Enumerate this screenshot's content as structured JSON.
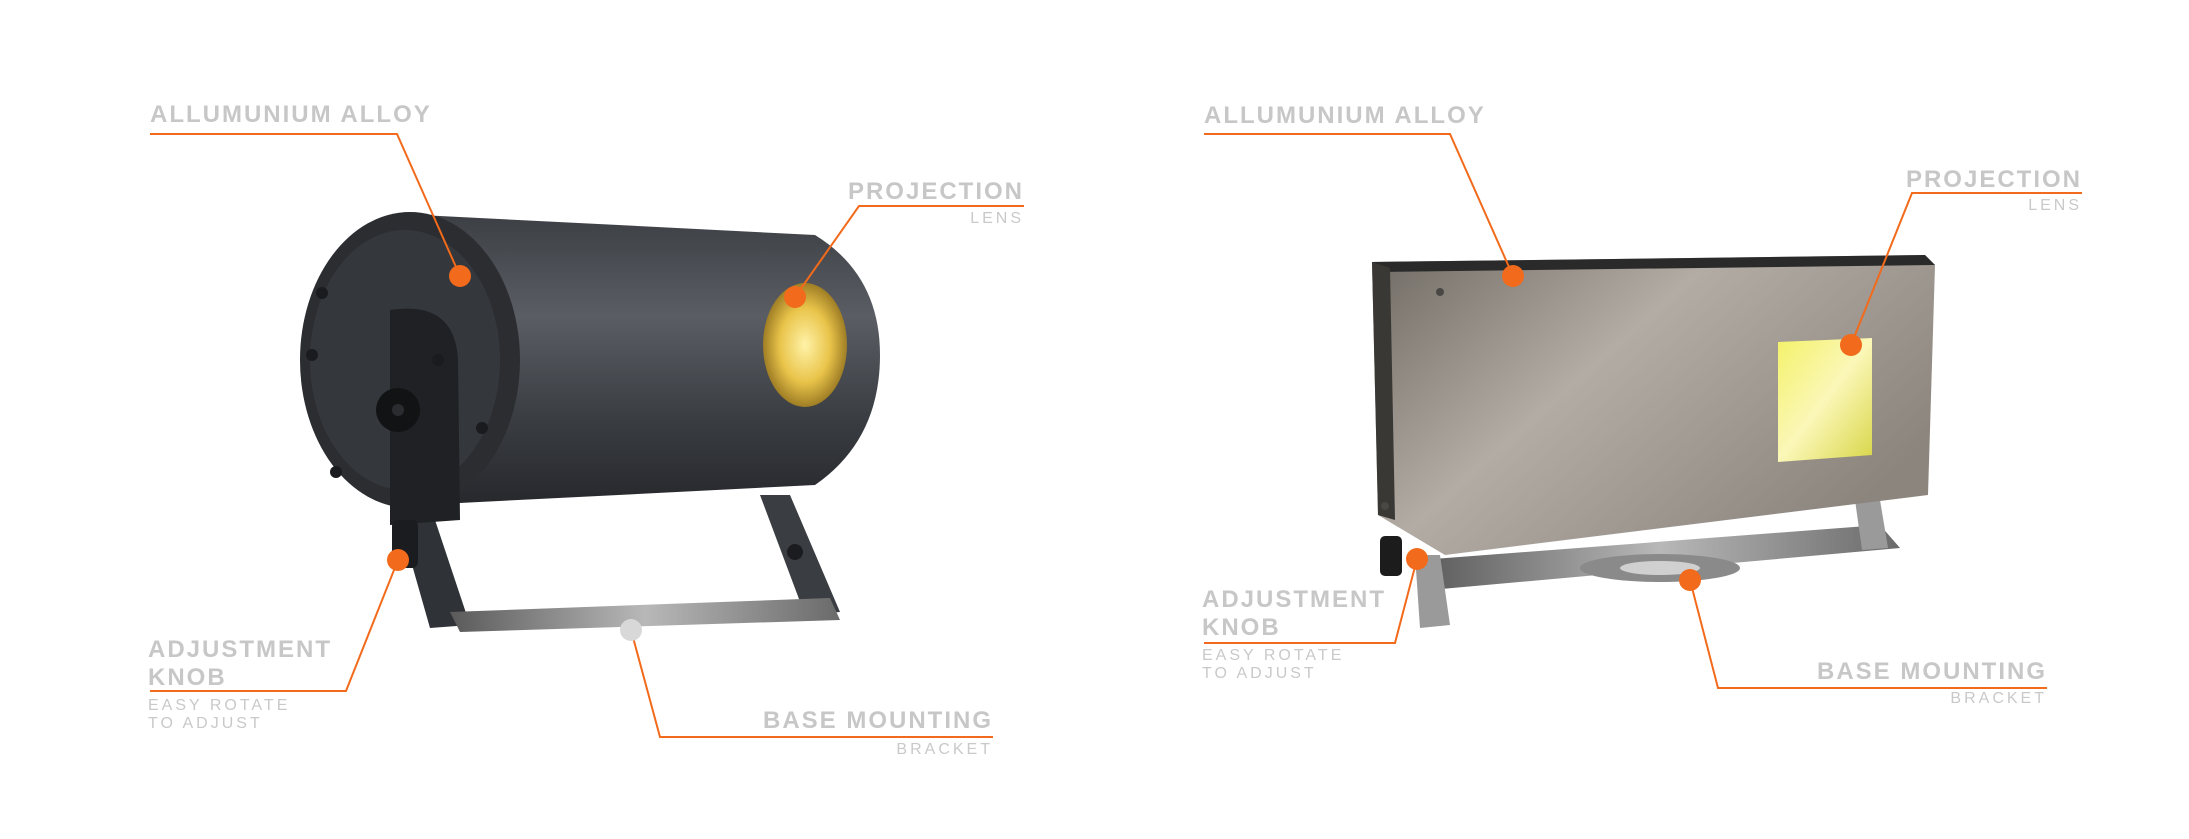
{
  "left_product": {
    "alloy_title": "ALLUMUNIUM  ALLOY",
    "projection_title": "PROJECTION",
    "projection_sub": "LENS",
    "knob_title": "ADJUSTMENT KNOB",
    "knob_sub": "EASY  ROTATE TO  ADJUST",
    "base_title": "BASE  MOUNTING",
    "base_sub": "BRACKET"
  },
  "right_product": {
    "alloy_title": "ALLUMUNIUM  ALLOY",
    "projection_title": "PROJECTION",
    "projection_sub": "LENS",
    "knob_title": "ADJUSTMENT KNOB",
    "knob_sub": "EASY  ROTATE TO  ADJUST",
    "base_title": "BASE  MOUNTING",
    "base_sub": "BRACKET"
  },
  "colors": {
    "accent": "#f26a1b",
    "label": "#c7c7c7"
  }
}
